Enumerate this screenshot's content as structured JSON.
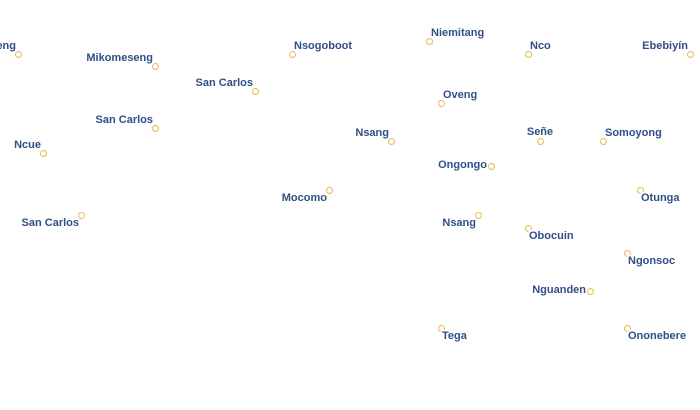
{
  "map": {
    "marker_color": "#e8b84f",
    "label_color": "#2f4f86",
    "places": [
      {
        "name": "Oveng"
      },
      {
        "name": "Mikomeseng"
      },
      {
        "name": "Nsogoboot"
      },
      {
        "name": "Niemitang"
      },
      {
        "name": "Nco"
      },
      {
        "name": "Ebebiyín"
      },
      {
        "name": "San Carlos"
      },
      {
        "name": "Oveng"
      },
      {
        "name": "San Carlos"
      },
      {
        "name": "Nsang"
      },
      {
        "name": "Señe"
      },
      {
        "name": "Somoyong"
      },
      {
        "name": "Ncue"
      },
      {
        "name": "Ongongo"
      },
      {
        "name": "Mocomo"
      },
      {
        "name": "Otunga"
      },
      {
        "name": "San Carlos"
      },
      {
        "name": "Nsang"
      },
      {
        "name": "Obocuin"
      },
      {
        "name": "Ngonsoc"
      },
      {
        "name": "Nguanden"
      },
      {
        "name": "Tega"
      },
      {
        "name": "Ononebere"
      }
    ]
  }
}
